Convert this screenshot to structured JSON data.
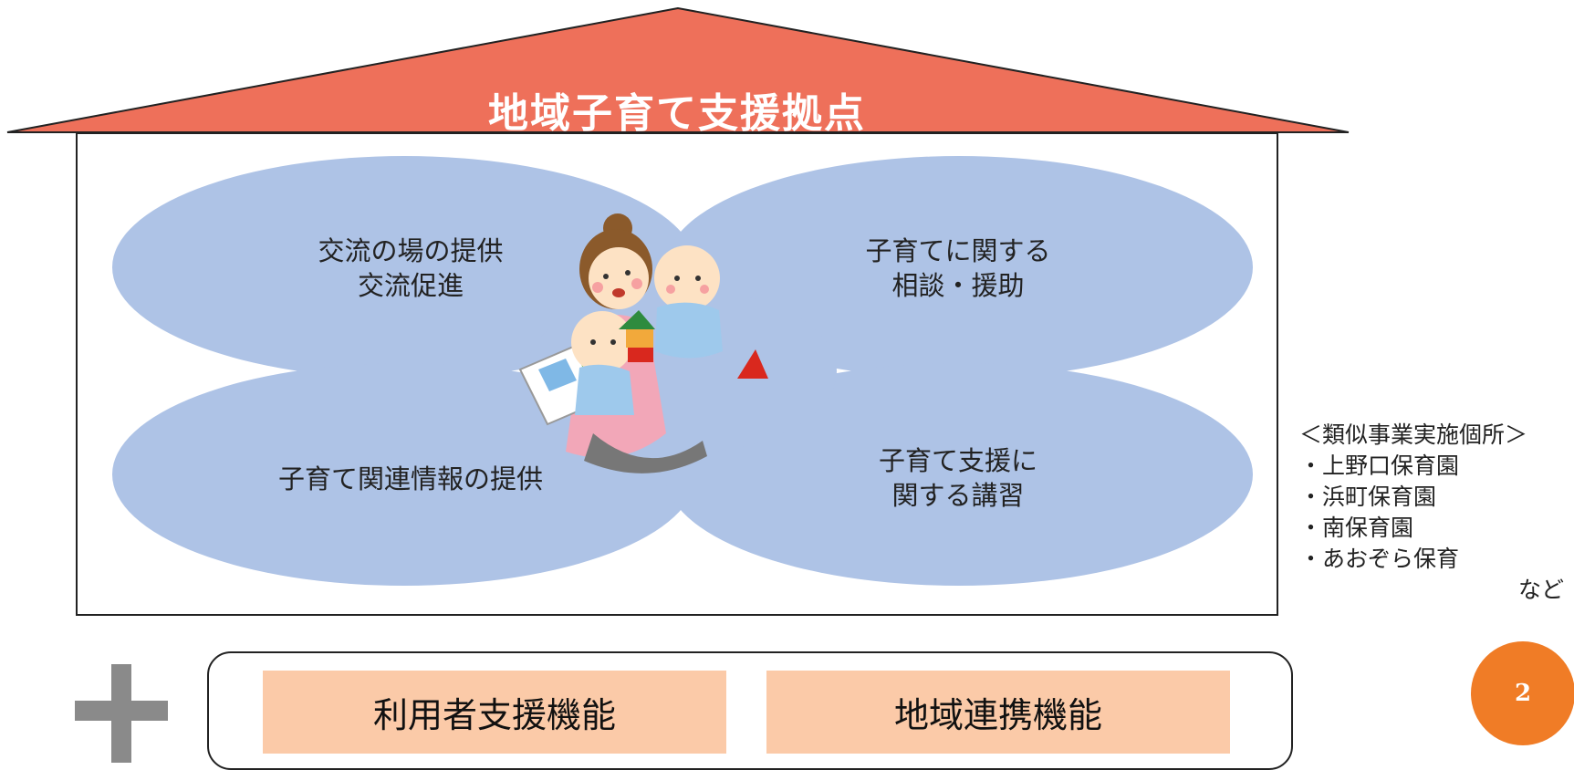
{
  "roof": {
    "title": "地域子育て支援拠点"
  },
  "services": {
    "top_left": "交流の場の提供\n交流促進",
    "top_right": "子育てに関する\n相談・援助",
    "bottom_left": "子育て関連情報の提供",
    "bottom_right": "子育て支援に\n関する講習"
  },
  "side_note": {
    "heading": "＜類似事業実施個所＞",
    "items": [
      "・上野口保育園",
      "・浜町保育園",
      "・南保育園",
      "・あおぞら保育"
    ],
    "etc": "など"
  },
  "functions": {
    "left": "利用者支援機能",
    "right": "地域連携機能"
  },
  "page_number": "2",
  "colors": {
    "roof": "#ee705a",
    "cloud": "#aec3e6",
    "function_box": "#fbcaa8",
    "plus": "#8a8a8a",
    "badge": "#f07c26"
  },
  "icons": [
    "plus-icon",
    "mother-and-babies-illustration"
  ]
}
